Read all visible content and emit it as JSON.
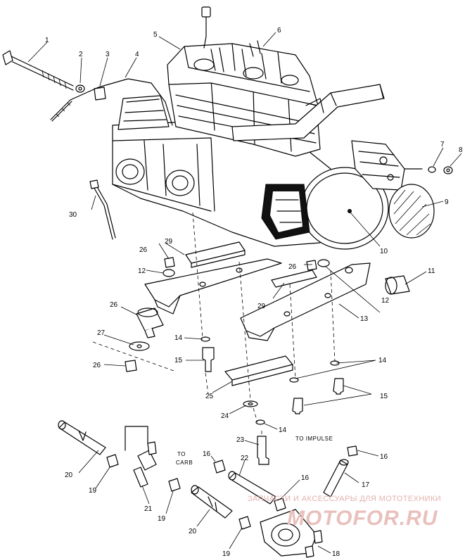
{
  "diagram": {
    "callouts": [
      {
        "id": "c1",
        "label": "1"
      },
      {
        "id": "c2",
        "label": "2"
      },
      {
        "id": "c3",
        "label": "3"
      },
      {
        "id": "c4",
        "label": "4"
      },
      {
        "id": "c5",
        "label": "5"
      },
      {
        "id": "c6",
        "label": "6"
      },
      {
        "id": "c7",
        "label": "7"
      },
      {
        "id": "c8",
        "label": "8"
      },
      {
        "id": "c9",
        "label": "9"
      },
      {
        "id": "c10",
        "label": "10"
      },
      {
        "id": "c11",
        "label": "11"
      },
      {
        "id": "c12a",
        "label": "12"
      },
      {
        "id": "c12b",
        "label": "12"
      },
      {
        "id": "c13",
        "label": "13"
      },
      {
        "id": "c14a",
        "label": "14"
      },
      {
        "id": "c14b",
        "label": "14"
      },
      {
        "id": "c14c",
        "label": "14"
      },
      {
        "id": "c15a",
        "label": "15"
      },
      {
        "id": "c15b",
        "label": "15"
      },
      {
        "id": "c16a",
        "label": "16"
      },
      {
        "id": "c16b",
        "label": "16"
      },
      {
        "id": "c16c",
        "label": "16"
      },
      {
        "id": "c17",
        "label": "17"
      },
      {
        "id": "c18",
        "label": "18"
      },
      {
        "id": "c19a",
        "label": "19"
      },
      {
        "id": "c19b",
        "label": "19"
      },
      {
        "id": "c19c",
        "label": "19"
      },
      {
        "id": "c20a",
        "label": "20"
      },
      {
        "id": "c20b",
        "label": "20"
      },
      {
        "id": "c21",
        "label": "21"
      },
      {
        "id": "c22",
        "label": "22"
      },
      {
        "id": "c23",
        "label": "23"
      },
      {
        "id": "c24",
        "label": "24"
      },
      {
        "id": "c25",
        "label": "25"
      },
      {
        "id": "c26a",
        "label": "26"
      },
      {
        "id": "c26b",
        "label": "26"
      },
      {
        "id": "c26c",
        "label": "26"
      },
      {
        "id": "c26d",
        "label": "26"
      },
      {
        "id": "c27",
        "label": "27"
      },
      {
        "id": "c29a",
        "label": "29"
      },
      {
        "id": "c29b",
        "label": "29"
      },
      {
        "id": "c30",
        "label": "30"
      }
    ],
    "notes": {
      "to_carb_line1": "TO",
      "to_carb_line2": "CARB",
      "to_impulse": "TO IMPULSE"
    },
    "watermark": {
      "tagline": "ЗАПЧАСТИ И АКСЕССУАРЫ ДЛЯ МОТОТЕХНИКИ",
      "brand": "MOTOFOR.RU"
    },
    "colors": {
      "ink": "#000000",
      "background": "#ffffff",
      "watermark": "#e3b2ad"
    }
  }
}
